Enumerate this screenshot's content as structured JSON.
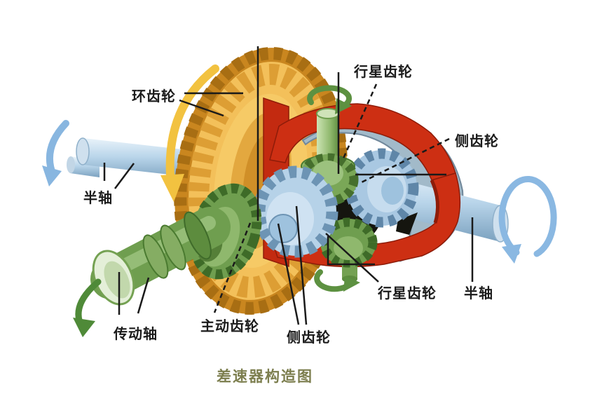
{
  "diagram": {
    "title": "差速器构造图",
    "labels": {
      "ring_gear": "环齿轮",
      "planet_gear_top": "行星齿轮",
      "side_gear_right": "侧齿轮",
      "half_shaft_left": "半轴",
      "planet_gear_bottom": "行星齿轮",
      "half_shaft_right": "半轴",
      "drive_shaft": "传动轴",
      "drive_pinion": "主动齿轮",
      "side_gear_bottom": "侧齿轮"
    },
    "colors": {
      "ring_gear_yellow": "#f3c05a",
      "case_red": "#cd2f13",
      "steel_blue": "#a9c8e2",
      "gear_green": "#6f9e4f",
      "arrow_blue": "#8ab8e2",
      "arrow_green": "#5d9141",
      "arrow_yellow": "#f2c240",
      "label_text": "#1b1b1b",
      "title_text": "#7c7e4e"
    }
  }
}
